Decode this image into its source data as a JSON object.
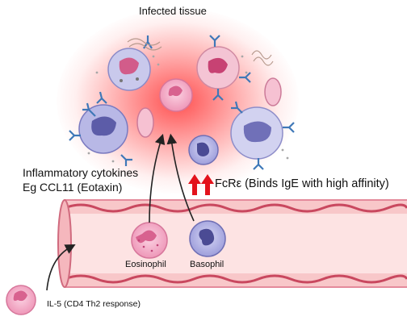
{
  "title": "Infected tissue",
  "cytokines": {
    "line1": "Inflammatory cytokines",
    "line2": "Eg CCL11 (Eotaxin)"
  },
  "fcr": {
    "text": "FcRε (Binds IgE with high affinity)",
    "arrow_color": "#e3121b"
  },
  "vessel": {
    "eosinophil_label": "Eosinophil",
    "basophil_label": "Basophil"
  },
  "legend": {
    "il5_text": "IL-5 (CD4 Th2 response)"
  },
  "colors": {
    "inflammation": "#ff4b4b",
    "vessel_wall": "#e8889a",
    "vessel_lumen": "#fbdcdc",
    "eosinophil": "#f3a7c4",
    "basophil": "#9a9ad6"
  }
}
